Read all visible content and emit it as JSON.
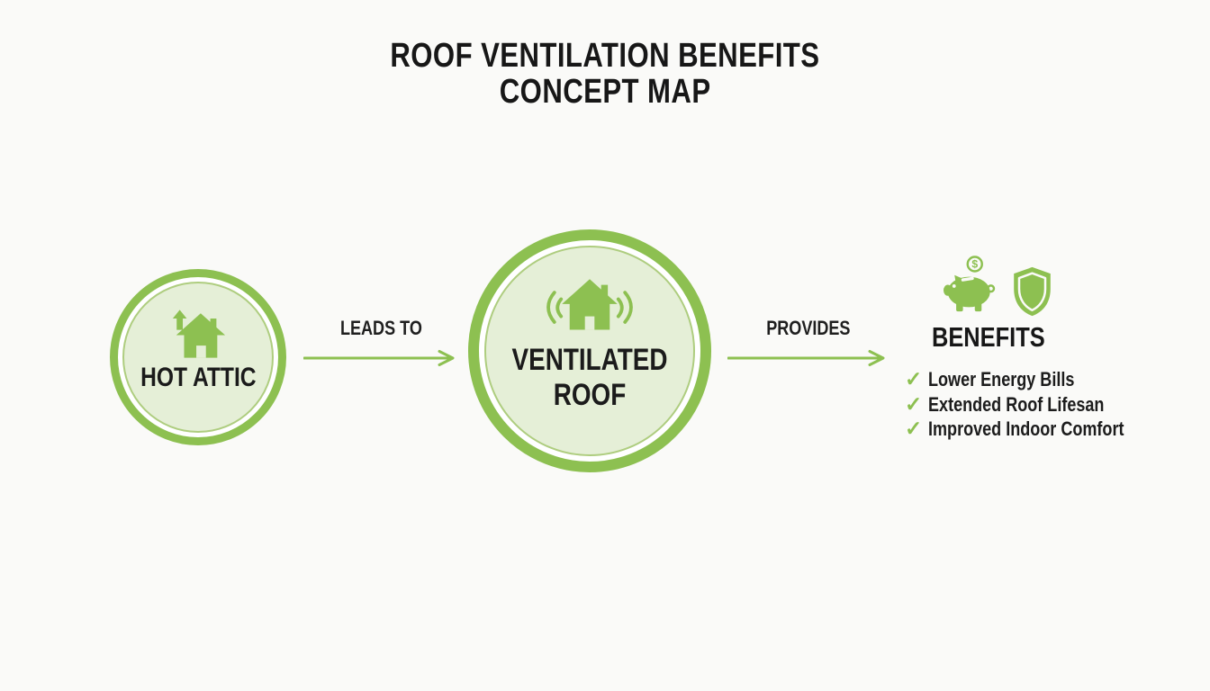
{
  "title": {
    "line1": "ROOF VENTILATION BENEFITS",
    "line2": "CONCEPT MAP"
  },
  "nodes": [
    {
      "id": "hot-attic",
      "label": "HOT ATTIC",
      "icon": "house-arrow-up-icon"
    },
    {
      "id": "ventilated-roof",
      "label": "VENTILATED ROOF",
      "icon": "house-ventilation-icon"
    }
  ],
  "connectors": [
    {
      "label": "LEADS TO",
      "direction": "right"
    },
    {
      "label": "PROVIDES",
      "direction": "right"
    }
  ],
  "benefits": {
    "heading": "BENEFITS",
    "icons": [
      "piggy-bank-icon",
      "shield-icon"
    ],
    "coin_symbol": "$",
    "check_glyph": "✓",
    "items": [
      "Lower Energy Bills",
      "Extended Roof Lifesan",
      "Improved Indoor Comfort"
    ]
  },
  "colors": {
    "green": "#8dc051",
    "light_green_fill": "#e5efd7",
    "text": "#1a1a1a",
    "background": "#fafaf8"
  }
}
